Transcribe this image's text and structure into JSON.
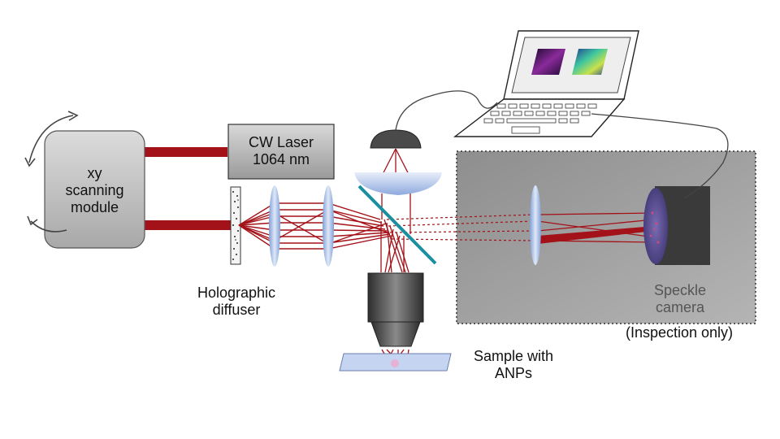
{
  "labels": {
    "scanning_module": [
      "xy",
      "scanning",
      "module"
    ],
    "laser": [
      "CW Laser",
      "1064 nm"
    ],
    "diffuser": [
      "Holographic",
      "diffuser"
    ],
    "sample": [
      "Sample with",
      "ANPs"
    ],
    "camera": [
      "Speckle",
      "camera"
    ],
    "inspection": "(Inspection only)"
  },
  "colors": {
    "beam": "#a31218",
    "lens": "#8ea9dd",
    "dichroic": "#1a8fa0",
    "module_fill": "#cfcfcf",
    "inspection_panel": "#9e9e9e",
    "camera_body": "#3a3a3a"
  },
  "icons": [
    "laptop-icon",
    "curved-arrow-icon"
  ]
}
